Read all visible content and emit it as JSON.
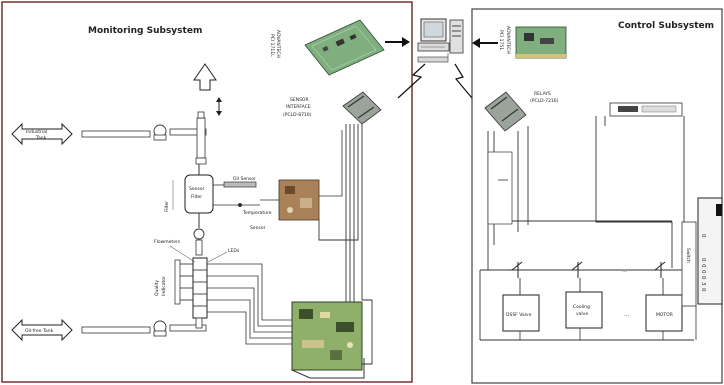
{
  "monitoring": {
    "title": "Monitoring Subsystem",
    "card_label_line1": "ADVANTECH",
    "card_label_line2": "PCI 1711L",
    "sensor_interface_line1": "SENSOR",
    "sensor_interface_line2": "INTERFACE",
    "sensor_interface_line3": "(PCLD-8710)",
    "industrial_tank_line1": "Industrial",
    "industrial_tank_line2": "Tank",
    "oil_free_tank": "Oil-free Tank",
    "sensor_filter_line1": "Sensor",
    "sensor_filter_line2": "Filter",
    "oil_sensor": "Oil Sensor",
    "temperature_sensor_line1": "Temperature",
    "temperature_sensor_line2": "Sensor",
    "flowmeters": "Flowmeters",
    "leds": "LEDs",
    "quality_indicator_line1": "Quality",
    "quality_indicator_line2": "Indicator",
    "filter_left": "Filter"
  },
  "control": {
    "title": "Control Subsystem",
    "card_label_line1": "ADVANTECH",
    "card_label_line2": "PCI 1751",
    "relays_line1": "RELAYS",
    "relays_line2": "(PCLD-7216)",
    "dots_relays": "...",
    "dots_boxes": "...",
    "switch_label": "Switch",
    "switch_digits": [
      "0",
      "0",
      "0",
      "0",
      "0",
      "3",
      "0"
    ],
    "boxes": [
      {
        "line1": "DSSF Valve",
        "line2": ""
      },
      {
        "line1": "Cooling",
        "line2": "valve"
      },
      {
        "line1": "MOTOR",
        "line2": ""
      }
    ]
  }
}
